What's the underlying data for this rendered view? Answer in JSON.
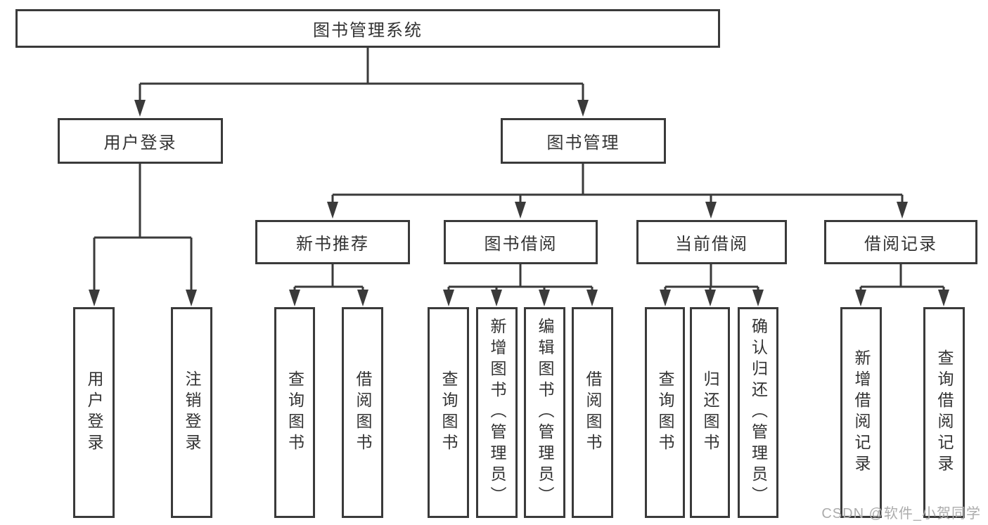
{
  "tree": {
    "root": "图书管理系统",
    "branches": [
      {
        "label": "用户登录",
        "children": [
          "用户登录",
          "注销登录"
        ]
      },
      {
        "label": "图书管理",
        "sections": [
          {
            "label": "新书推荐",
            "children": [
              "查询图书",
              "借阅图书"
            ]
          },
          {
            "label": "图书借阅",
            "children": [
              "查询图书",
              "新增图书（管理员）",
              "编辑图书（管理员）",
              "借阅图书"
            ]
          },
          {
            "label": "当前借阅",
            "children": [
              "查询图书",
              "归还图书",
              "确认归还（管理员）"
            ]
          },
          {
            "label": "借阅记录",
            "children": [
              "新增借阅记录",
              "查询借阅记录"
            ]
          }
        ]
      }
    ]
  },
  "watermark": "CSDN @软件_小贺同学",
  "colors": {
    "line": "#3a3a3a",
    "node_border": "#3a3a3a",
    "node_text": "#333333",
    "watermark_text": "#acacac",
    "background": "#ffffff"
  }
}
